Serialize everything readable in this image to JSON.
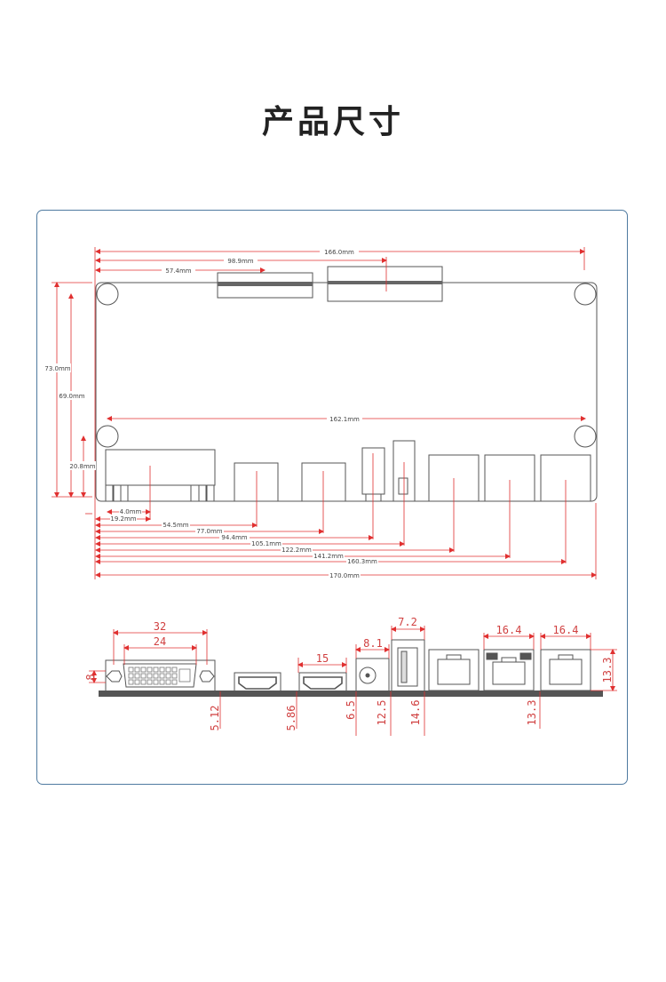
{
  "title": "产品尺寸",
  "top_view": {
    "dims": {
      "d166": "166.0mm",
      "d98_9": "98.9mm",
      "d57_4": "57.4mm",
      "d162_1": "162.1mm",
      "d73": "73.0mm",
      "d69": "69.0mm",
      "d20_8": "20.8mm",
      "d4": "4.0mm",
      "d19_2": "19.2mm",
      "d54_5": "54.5mm",
      "d77": "77.0mm",
      "d94_4": "94.4mm",
      "d105_1": "105.1mm",
      "d122_2": "122.2mm",
      "d141_2": "141.2mm",
      "d160_3": "160.3mm",
      "d170": "170.0mm"
    }
  },
  "front_view": {
    "dims": {
      "w32": "32",
      "w24": "24",
      "h8": "8",
      "w15": "15",
      "w8_1": "8.1",
      "w7_2": "7.2",
      "w16_4a": "16.4",
      "w16_4b": "16.4",
      "h13_3": "13.3",
      "v5_12": "5.12",
      "v5_86": "5.86",
      "v6_5": "6.5",
      "v12_5": "12.5",
      "v14_6": "14.6",
      "v13_3": "13.3"
    }
  }
}
